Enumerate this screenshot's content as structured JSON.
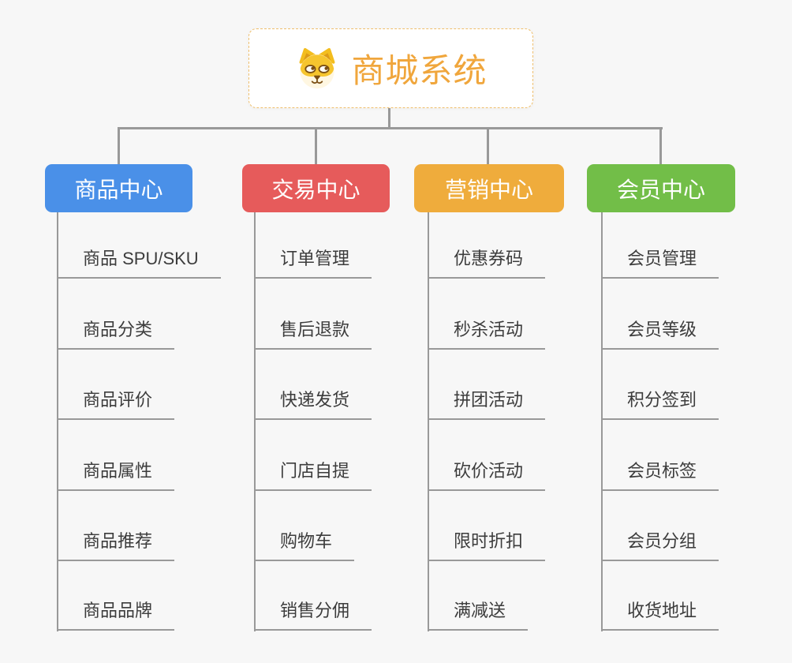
{
  "root": {
    "label": "商城系统",
    "icon": "dog-face-icon"
  },
  "palette": {
    "background": "#F7F7F7",
    "connector": "#999999",
    "leaf_text": "#3C3C3C",
    "root_text": "#F0A63C",
    "root_border": "#EFBE6B"
  },
  "branches": [
    {
      "label": "商品中心",
      "color": "#4A90E8",
      "items": [
        "商品 SPU/SKU",
        "商品分类",
        "商品评价",
        "商品属性",
        "商品推荐",
        "商品品牌"
      ]
    },
    {
      "label": "交易中心",
      "color": "#E65B5B",
      "items": [
        "订单管理",
        "售后退款",
        "快递发货",
        "门店自提",
        "购物车",
        "销售分佣"
      ]
    },
    {
      "label": "营销中心",
      "color": "#EFAC3C",
      "items": [
        "优惠券码",
        "秒杀活动",
        "拼团活动",
        "砍价活动",
        "限时折扣",
        "满减送"
      ]
    },
    {
      "label": "会员中心",
      "color": "#72BE48",
      "items": [
        "会员管理",
        "会员等级",
        "积分签到",
        "会员标签",
        "会员分组",
        "收货地址"
      ]
    }
  ]
}
